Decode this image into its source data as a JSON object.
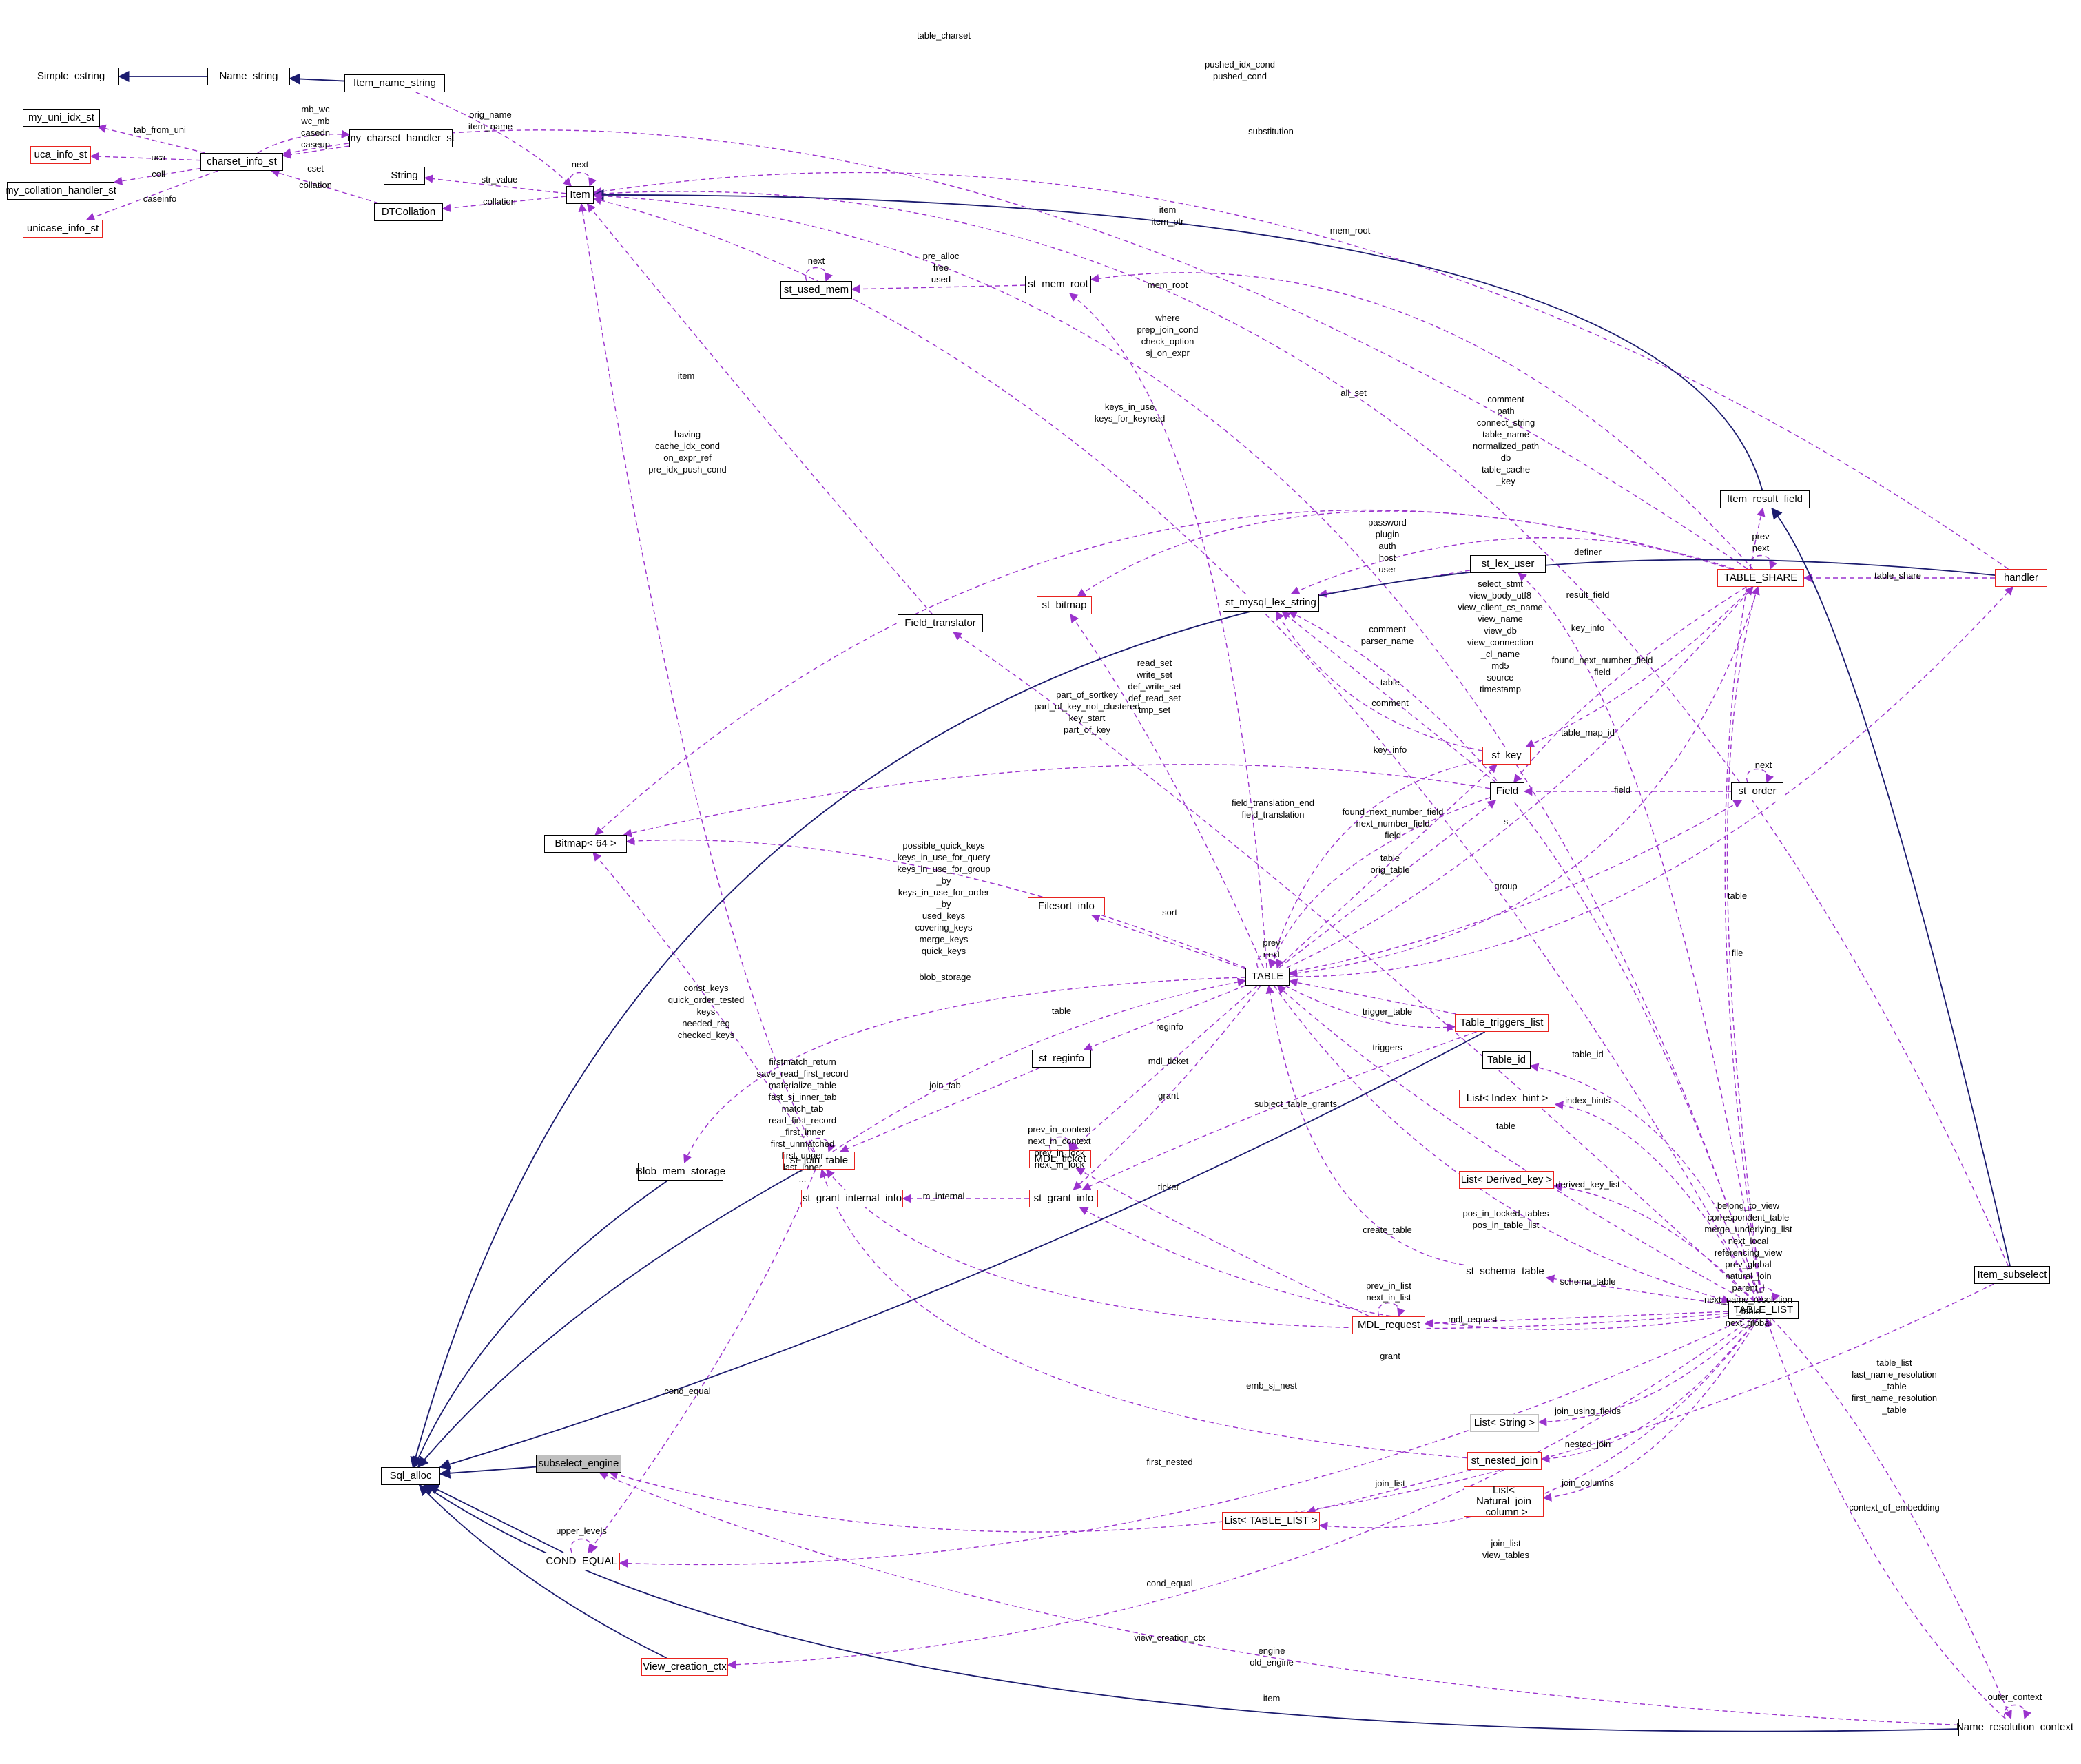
{
  "diagram": {
    "nodes": [
      {
        "id": "simple_cstring",
        "label": "Simple_cstring",
        "style": "normal"
      },
      {
        "id": "name_string",
        "label": "Name_string",
        "style": "normal"
      },
      {
        "id": "item_name_string",
        "label": "Item_name_string",
        "style": "normal"
      },
      {
        "id": "my_uni_idx_st",
        "label": "my_uni_idx_st",
        "style": "normal"
      },
      {
        "id": "charset_info_st",
        "label": "charset_info_st",
        "style": "normal"
      },
      {
        "id": "my_charset_handler_st",
        "label": "my_charset_handler_st",
        "style": "normal"
      },
      {
        "id": "uca_info_st",
        "label": "uca_info_st",
        "style": "red"
      },
      {
        "id": "my_collation_handler_st",
        "label": "my_collation_handler_st",
        "style": "normal"
      },
      {
        "id": "unicase_info_st",
        "label": "unicase_info_st",
        "style": "red"
      },
      {
        "id": "string",
        "label": "String",
        "style": "normal"
      },
      {
        "id": "dtcollation",
        "label": "DTCollation",
        "style": "normal"
      },
      {
        "id": "item",
        "label": "Item",
        "style": "normal"
      },
      {
        "id": "st_used_mem",
        "label": "st_used_mem",
        "style": "normal"
      },
      {
        "id": "st_mem_root",
        "label": "st_mem_root",
        "style": "normal"
      },
      {
        "id": "item_result_field",
        "label": "Item_result_field",
        "style": "normal"
      },
      {
        "id": "table_share",
        "label": "TABLE_SHARE",
        "style": "red"
      },
      {
        "id": "handler",
        "label": "handler",
        "style": "red"
      },
      {
        "id": "st_lex_user",
        "label": "st_lex_user",
        "style": "normal"
      },
      {
        "id": "st_mysql_lex_string",
        "label": "st_mysql_lex_string",
        "style": "normal"
      },
      {
        "id": "st_bitmap",
        "label": "st_bitmap",
        "style": "red"
      },
      {
        "id": "field_translator",
        "label": "Field_translator",
        "style": "normal"
      },
      {
        "id": "st_key",
        "label": "st_key",
        "style": "red"
      },
      {
        "id": "field",
        "label": "Field",
        "style": "normal"
      },
      {
        "id": "st_order",
        "label": "st_order",
        "style": "normal"
      },
      {
        "id": "bitmap64",
        "label": "Bitmap< 64 >",
        "style": "normal"
      },
      {
        "id": "filesort_info",
        "label": "Filesort_info",
        "style": "red"
      },
      {
        "id": "table",
        "label": "TABLE",
        "style": "normal"
      },
      {
        "id": "table_triggers_list",
        "label": "Table_triggers_list",
        "style": "red"
      },
      {
        "id": "st_reginfo",
        "label": "st_reginfo",
        "style": "normal"
      },
      {
        "id": "table_id",
        "label": "Table_id",
        "style": "normal"
      },
      {
        "id": "list_index_hint",
        "label": "List< Index_hint >",
        "style": "red"
      },
      {
        "id": "mdl_ticket",
        "label": "MDL_ticket",
        "style": "red"
      },
      {
        "id": "blob_mem_storage",
        "label": "Blob_mem_storage",
        "style": "normal"
      },
      {
        "id": "st_join_table",
        "label": "st_join_table",
        "style": "red"
      },
      {
        "id": "st_grant_internal_info",
        "label": "st_grant_internal_info",
        "style": "red"
      },
      {
        "id": "st_grant_info",
        "label": "st_grant_info",
        "style": "red"
      },
      {
        "id": "list_derived_key",
        "label": "List< Derived_key >",
        "style": "red"
      },
      {
        "id": "item_subselect",
        "label": "Item_subselect",
        "style": "normal"
      },
      {
        "id": "st_schema_table",
        "label": "st_schema_table",
        "style": "red"
      },
      {
        "id": "mdl_request",
        "label": "MDL_request",
        "style": "red"
      },
      {
        "id": "table_list",
        "label": "TABLE_LIST",
        "style": "normal"
      },
      {
        "id": "list_string",
        "label": "List< String >",
        "style": "gray"
      },
      {
        "id": "subselect_engine",
        "label": "subselect_engine",
        "style": "focus"
      },
      {
        "id": "sql_alloc",
        "label": "Sql_alloc",
        "style": "normal"
      },
      {
        "id": "st_nested_join",
        "label": "st_nested_join",
        "style": "red"
      },
      {
        "id": "list_natural_join",
        "label": "List< Natural_join\n_column >",
        "style": "red"
      },
      {
        "id": "list_table_list",
        "label": "List< TABLE_LIST >",
        "style": "red"
      },
      {
        "id": "cond_equal",
        "label": "COND_EQUAL",
        "style": "red"
      },
      {
        "id": "view_creation_ctx",
        "label": "View_creation_ctx",
        "style": "red"
      },
      {
        "id": "name_resolution_context",
        "label": "Name_resolution_context",
        "style": "normal"
      }
    ],
    "edge_labels": [
      {
        "id": "l01",
        "text": "table_charset"
      },
      {
        "id": "l02",
        "text": "pushed_idx_cond\npushed_cond"
      },
      {
        "id": "l03",
        "text": "orig_name\nitem_name"
      },
      {
        "id": "l04",
        "text": "mb_wc\nwc_mb\ncasedn\ncaseup"
      },
      {
        "id": "l05",
        "text": "tab_from_uni"
      },
      {
        "id": "l06",
        "text": "uca"
      },
      {
        "id": "l07",
        "text": "cset"
      },
      {
        "id": "l08",
        "text": "coll"
      },
      {
        "id": "l09",
        "text": "collation"
      },
      {
        "id": "l10",
        "text": "caseinfo"
      },
      {
        "id": "l11",
        "text": "next"
      },
      {
        "id": "l12",
        "text": "str_value"
      },
      {
        "id": "l13",
        "text": "collation"
      },
      {
        "id": "l14",
        "text": "substitution"
      },
      {
        "id": "l15",
        "text": "item\nitem_ptr"
      },
      {
        "id": "l16",
        "text": "mem_root"
      },
      {
        "id": "l17",
        "text": "next"
      },
      {
        "id": "l18",
        "text": "pre_alloc\nfree\nused"
      },
      {
        "id": "l19",
        "text": "mem_root"
      },
      {
        "id": "l20",
        "text": "where\nprep_join_cond\ncheck_option\nsj_on_expr"
      },
      {
        "id": "l21",
        "text": "item"
      },
      {
        "id": "l22",
        "text": "all_set"
      },
      {
        "id": "l23",
        "text": "keys_in_use\nkeys_for_keyread"
      },
      {
        "id": "l24",
        "text": "comment\npath\nconnect_string\ntable_name\nnormalized_path\ndb\ntable_cache\n_key"
      },
      {
        "id": "l25",
        "text": "having\ncache_idx_cond\non_expr_ref\npre_idx_push_cond"
      },
      {
        "id": "l26",
        "text": "prev\nnext"
      },
      {
        "id": "l27",
        "text": "table_share"
      },
      {
        "id": "l28",
        "text": "password\nplugin\nauth\nhost\nuser"
      },
      {
        "id": "l29",
        "text": "definer"
      },
      {
        "id": "l30",
        "text": "result_field"
      },
      {
        "id": "l31",
        "text": "select_stmt\nview_body_utf8\nview_client_cs_name\nview_name\nview_db\nview_connection\n_cl_name\nmd5\nsource\ntimestamp"
      },
      {
        "id": "l32",
        "text": "key_info"
      },
      {
        "id": "l33",
        "text": "comment\nparser_name"
      },
      {
        "id": "l34",
        "text": "found_next_number_field\nfield"
      },
      {
        "id": "l35",
        "text": "read_set\nwrite_set\ndef_write_set\ndef_read_set\ntmp_set"
      },
      {
        "id": "l36",
        "text": "part_of_sortkey\npart_of_key_not_clustered\nkey_start\npart_of_key"
      },
      {
        "id": "l37",
        "text": "table"
      },
      {
        "id": "l38",
        "text": "comment"
      },
      {
        "id": "l39",
        "text": "table_map_id"
      },
      {
        "id": "l40",
        "text": "key_info"
      },
      {
        "id": "l41",
        "text": "next"
      },
      {
        "id": "l42",
        "text": "field_translation_end\nfield_translation"
      },
      {
        "id": "l43",
        "text": "found_next_number_field\nnext_number_field\nfield"
      },
      {
        "id": "l44",
        "text": "field"
      },
      {
        "id": "l45",
        "text": "possible_quick_keys\nkeys_in_use_for_query\nkeys_in_use_for_group\n_by\nkeys_in_use_for_order\n_by\nused_keys\ncovering_keys\nmerge_keys\nquick_keys"
      },
      {
        "id": "l46",
        "text": "s"
      },
      {
        "id": "l47",
        "text": "table\norig_table"
      },
      {
        "id": "l48",
        "text": "group"
      },
      {
        "id": "l49",
        "text": "table"
      },
      {
        "id": "l50",
        "text": "sort"
      },
      {
        "id": "l51",
        "text": "prev\nnext"
      },
      {
        "id": "l52",
        "text": "file"
      },
      {
        "id": "l53",
        "text": "const_keys\nquick_order_tested\nkeys\nneeded_reg\nchecked_keys"
      },
      {
        "id": "l54",
        "text": "blob_storage"
      },
      {
        "id": "l55",
        "text": "table"
      },
      {
        "id": "l56",
        "text": "firstmatch_return\nsave_read_first_record\nmaterialize_table\nfast_sj_inner_tab\nmatch_tab\nread_first_record\n_first_inner\nfirst_unmatched\nfirst_upper\nlast_inner\n..."
      },
      {
        "id": "l57",
        "text": "reginfo"
      },
      {
        "id": "l58",
        "text": "trigger_table"
      },
      {
        "id": "l59",
        "text": "triggers"
      },
      {
        "id": "l60",
        "text": "mdl_ticket"
      },
      {
        "id": "l61",
        "text": "join_tab"
      },
      {
        "id": "l62",
        "text": "table_id"
      },
      {
        "id": "l63",
        "text": "prev_in_context\nnext_in_context\nprev_in_lock\nnext_in_lock"
      },
      {
        "id": "l64",
        "text": "grant"
      },
      {
        "id": "l65",
        "text": "subject_table_grants"
      },
      {
        "id": "l66",
        "text": "index_hints"
      },
      {
        "id": "l67",
        "text": "table"
      },
      {
        "id": "l68",
        "text": "belong_to_view\ncorrespondent_table\nmerge_underlying_list\nnext_local\nreferencing_view\nprev_global\nnatural_join\nparent_l\nnext_name_resolution\n_table\nnext_global"
      },
      {
        "id": "l69",
        "text": "ticket"
      },
      {
        "id": "l70",
        "text": "m_internal"
      },
      {
        "id": "l71",
        "text": "derived_key_list"
      },
      {
        "id": "l72",
        "text": "pos_in_locked_tables\npos_in_table_list"
      },
      {
        "id": "l73",
        "text": "create_table"
      },
      {
        "id": "l74",
        "text": "prev_in_list\nnext_in_list"
      },
      {
        "id": "l75",
        "text": "schema_table"
      },
      {
        "id": "l76",
        "text": "mdl_request"
      },
      {
        "id": "l77",
        "text": "grant"
      },
      {
        "id": "l78",
        "text": "cond_equal"
      },
      {
        "id": "l79",
        "text": "emb_sj_nest"
      },
      {
        "id": "l80",
        "text": "table_list\nlast_name_resolution\n_table\nfirst_name_resolution\n_table"
      },
      {
        "id": "l81",
        "text": "join_using_fields"
      },
      {
        "id": "l82",
        "text": "first_nested"
      },
      {
        "id": "l83",
        "text": "nested_join"
      },
      {
        "id": "l84",
        "text": "join_list"
      },
      {
        "id": "l85",
        "text": "join_columns"
      },
      {
        "id": "l86",
        "text": "context_of_embedding"
      },
      {
        "id": "l87",
        "text": "upper_levels"
      },
      {
        "id": "l88",
        "text": "join_list\nview_tables"
      },
      {
        "id": "l89",
        "text": "cond_equal"
      },
      {
        "id": "l90",
        "text": "view_creation_ctx"
      },
      {
        "id": "l91",
        "text": "engine\nold_engine"
      },
      {
        "id": "l92",
        "text": "item"
      },
      {
        "id": "l93",
        "text": "outer_context"
      }
    ],
    "colors": {
      "inherit_edge": "#1b1b6e",
      "member_edge": "#9a32cd",
      "red_border": "#e8231f",
      "gray_border": "#c0c0c0",
      "focus_fill": "#bfbfbf"
    }
  }
}
